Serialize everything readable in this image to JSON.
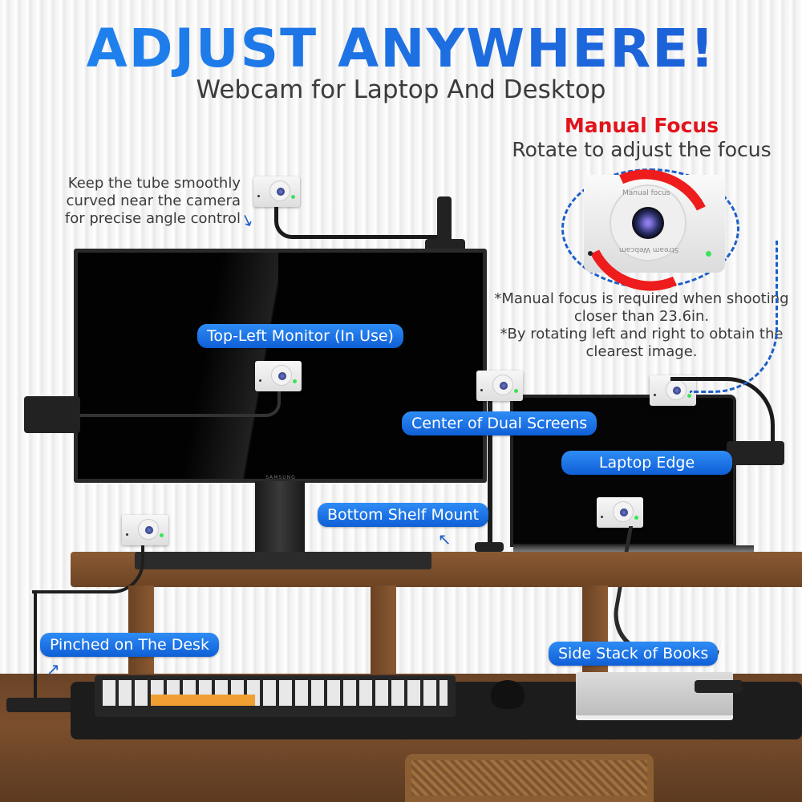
{
  "header": {
    "title": "ADJUST ANYWHERE!",
    "subtitle": "Webcam for Laptop And Desktop"
  },
  "manual_focus": {
    "title": "Manual Focus",
    "subtitle": "Rotate to adjust the focus",
    "ring_text_top": "Manual focus",
    "ring_text_bottom": "Stream Webcam",
    "notes": [
      "*Manual focus is required when shooting closer than 23.6in.",
      "*By rotating left and right to obtain the clearest image."
    ]
  },
  "tube_note": {
    "lines": [
      "Keep the tube smoothly",
      "curved near the camera",
      "for precise angle control"
    ]
  },
  "mount_labels": {
    "top_left_monitor": "Top-Left Monitor (In Use)",
    "center_dual_screens": "Center of Dual Screens",
    "laptop_edge": "Laptop Edge",
    "bottom_shelf": "Bottom Shelf Mount",
    "pinched_desk": "Pinched on The Desk",
    "side_books": "Side Stack of Books"
  },
  "monitor": {
    "brand": "SAMSUNG"
  },
  "colors": {
    "title_blue": "#1a74e8",
    "pill_blue": "#1f74e6",
    "focus_red": "#e2141b",
    "led_green": "#3be35a",
    "dashed_blue": "#1d5fc9"
  },
  "icons": {
    "arrow": "↗",
    "arrow_left": "↘"
  }
}
